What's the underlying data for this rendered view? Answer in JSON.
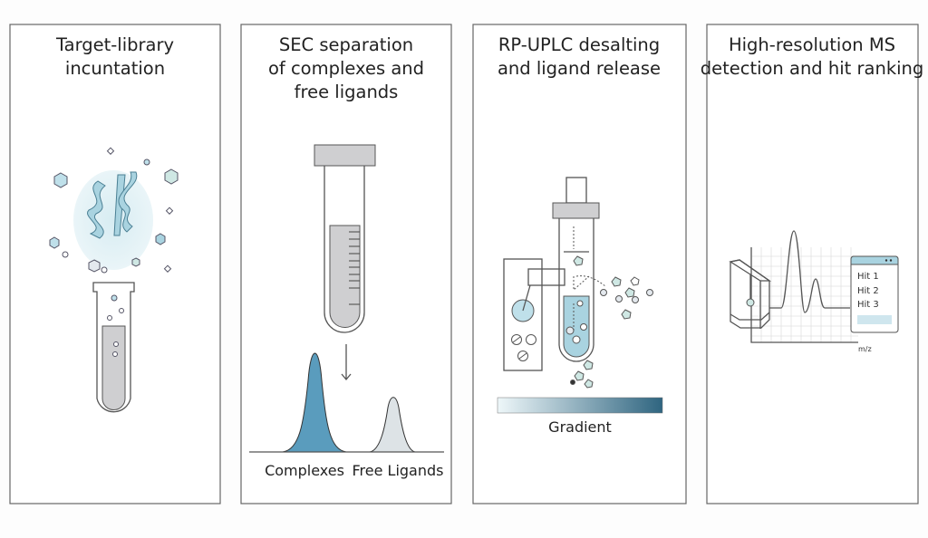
{
  "panels": [
    {
      "title_lines": [
        "Target-library",
        "incuntation"
      ]
    },
    {
      "title_lines": [
        "SEC separation",
        "of complexes and",
        "free ligands"
      ],
      "labels": [
        "Complexes",
        "Free Ligands"
      ]
    },
    {
      "title_lines": [
        "RP-UPLC desalting",
        "and ligand release"
      ],
      "labels": [
        "Gradient"
      ]
    },
    {
      "title_lines": [
        "High-resolution MS",
        "detection and hit ranking"
      ],
      "axis_label": "m/z",
      "hits": [
        "Hit 1",
        "Hit 2",
        "Hit 3"
      ]
    }
  ],
  "colors": {
    "accent": "#5a9cbd",
    "light_accent": "#cfe6ee",
    "gray_fill": "#cfcfd1",
    "gradient_dark": "#2f6580"
  }
}
